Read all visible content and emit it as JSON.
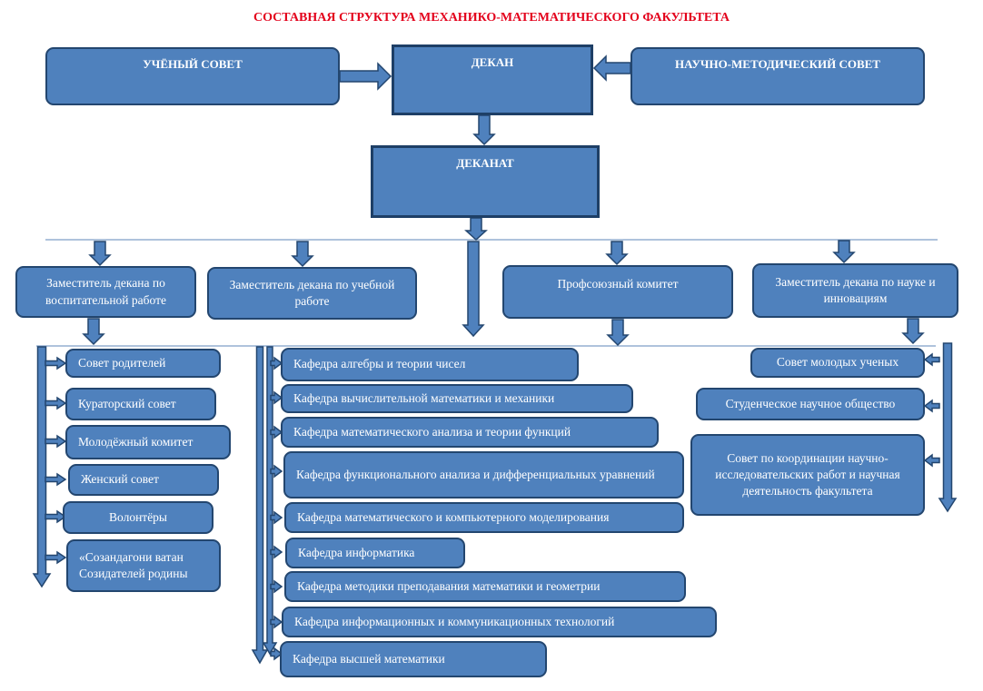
{
  "title": "СОСТАВНАЯ СТРУКТУРА МЕХАНИКО-МАТЕМАТИЧЕСКОГО ФАКУЛЬТЕТА",
  "top": {
    "academic_council": "УЧЁНЫЙ СОВЕТ",
    "dean": "ДЕКАН",
    "methodical_council": "НАУЧНО-МЕТОДИЧЕСКИЙ СОВЕТ"
  },
  "deanery": "ДЕКАНАТ",
  "branches": {
    "deputy_education": "Заместитель декана по воспитательной работе",
    "deputy_academic": "Заместитель декана по учебной работе",
    "trade_union": "Профсоюзный комитет",
    "deputy_science": "Заместитель декана по науке и инновациям"
  },
  "education_units": [
    "Совет родителей",
    "Кураторский совет",
    "Молодёжный комитет",
    "Женский совет",
    "Волонтёры",
    "«Созандагони ватан Созидателей родины"
  ],
  "departments": [
    "Кафедра алгебры и теории чисел",
    "Кафедра вычислительной математики и механики",
    "Кафедра математического анализа и теории функций",
    "Кафедра функционального анализа и дифференциальных уравнений",
    "Кафедра математического и компьютерного моделирования",
    "Кафедра информатика",
    "Кафедра методики преподавания математики и геометрии",
    "Кафедра информационных и коммуникационных технологий",
    "Кафедра высшей математики"
  ],
  "science_units": [
    "Совет молодых ученых",
    "Студенческое научное общество",
    "Совет по координации научно-исследовательских работ и научная деятельность факультета"
  ],
  "colors": {
    "box_fill": "#4f81bd",
    "box_border": "#23466f",
    "title": "#e3001b",
    "connector_line": "#7f9fc6"
  }
}
